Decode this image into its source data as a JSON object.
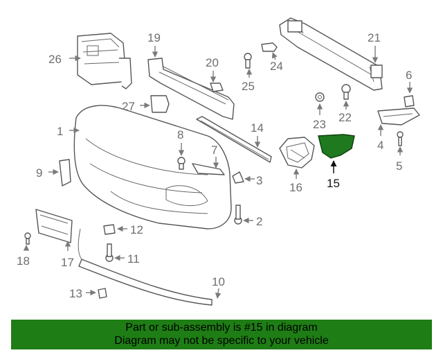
{
  "callouts": {
    "c1": "1",
    "c2": "2",
    "c3": "3",
    "c4": "4",
    "c5": "5",
    "c6": "6",
    "c7": "7",
    "c8": "8",
    "c9": "9",
    "c10": "10",
    "c11": "11",
    "c12": "12",
    "c13": "13",
    "c14": "14",
    "c15": "15",
    "c16": "16",
    "c17": "17",
    "c18": "18",
    "c19": "19",
    "c20": "20",
    "c21": "21",
    "c22": "22",
    "c23": "23",
    "c24": "24",
    "c25": "25",
    "c26": "26",
    "c27": "27"
  },
  "highlighted_part": "15",
  "highlight_color": "#1e7d15",
  "banner": {
    "line1": "Part or sub-assembly is #15 in diagram",
    "line2": "Diagram may not be specific to your vehicle"
  }
}
